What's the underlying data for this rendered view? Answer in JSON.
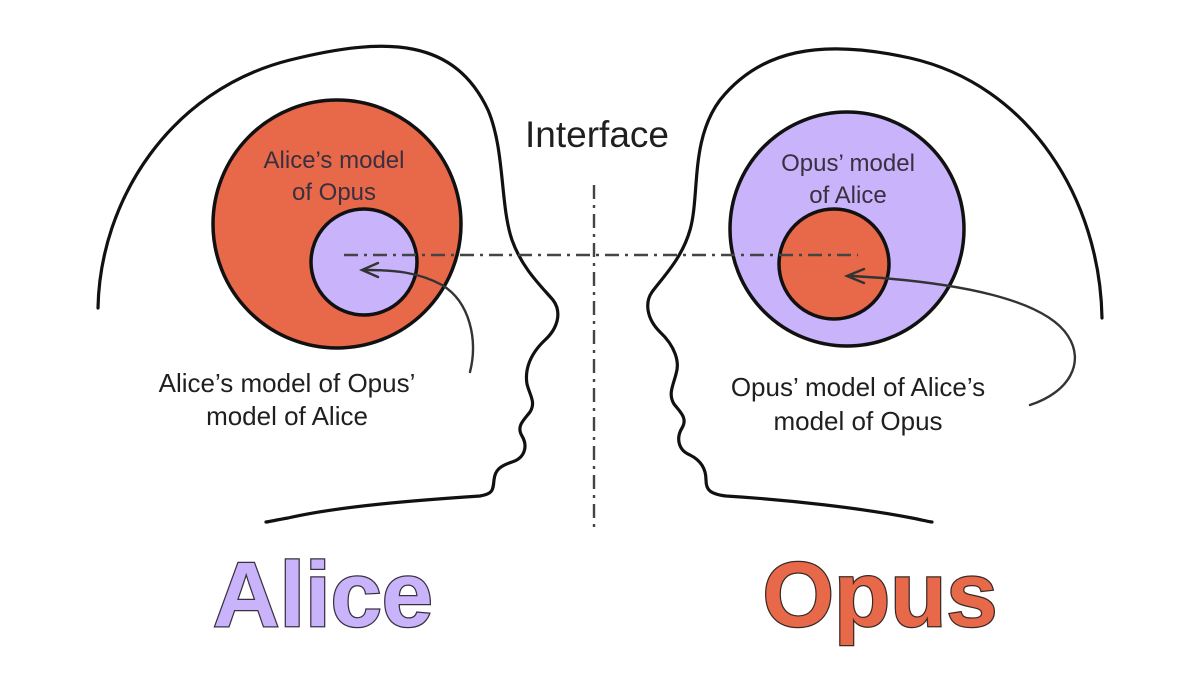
{
  "interface_label": "Interface",
  "left_person": {
    "name": "Alice",
    "outer_circle_label_line1": "Alice’s model",
    "outer_circle_label_line2": "of Opus",
    "inner_label_line1": "Alice’s model of Opus’",
    "inner_label_line2": "model of Alice"
  },
  "right_person": {
    "name": "Opus",
    "outer_circle_label_line1": "Opus’ model",
    "outer_circle_label_line2": "of Alice",
    "inner_label_line1": "Opus’ model of Alice’s",
    "inner_label_line2": "model of Opus"
  },
  "colors": {
    "alice": "#c9b3fb",
    "opus": "#e8684a",
    "outline": "#111111"
  }
}
